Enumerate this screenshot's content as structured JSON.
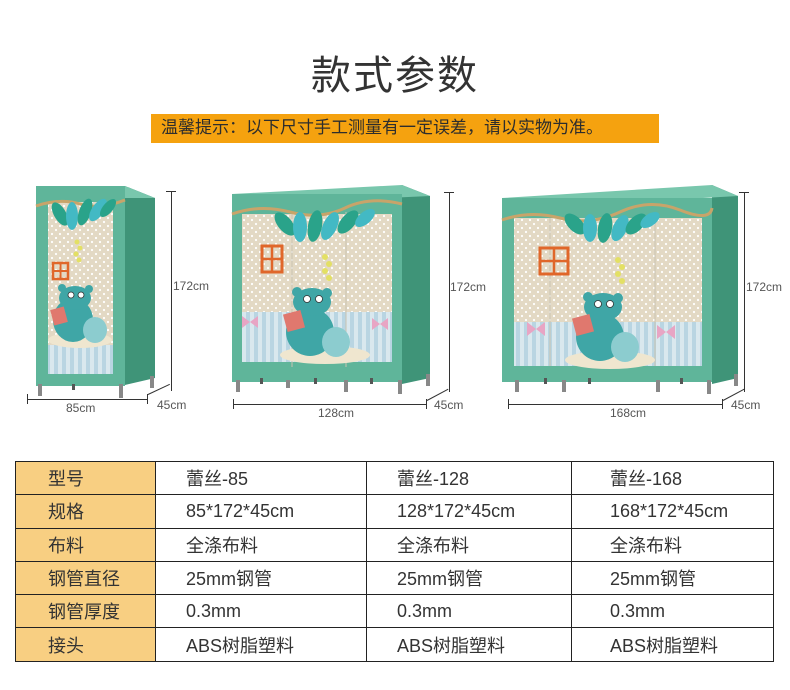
{
  "page": {
    "title": "款式参数",
    "notice": "温馨提示：以下尺寸手工测量有一定误差，请以实物为准。"
  },
  "colors": {
    "notice_bg": "#f5a20f",
    "label_col_bg": "#f8cf82",
    "wardrobe_green": "#5fb59a",
    "wardrobe_side": "#3f9478",
    "panel_beige": "#e6dcc8",
    "bear_blue": "#3fa6a6",
    "window_orange": "#e0672a",
    "book_pink": "#e0786e"
  },
  "products": [
    {
      "name": "small",
      "width_label": "85cm",
      "height_label": "172cm",
      "depth_label": "45cm"
    },
    {
      "name": "medium",
      "width_label": "128cm",
      "height_label": "172cm",
      "depth_label": "45cm"
    },
    {
      "name": "large",
      "width_label": "168cm",
      "height_label": "172cm",
      "depth_label": "45cm"
    }
  ],
  "spec_table": {
    "rows": [
      {
        "label": "型号",
        "values": [
          "蕾丝-85",
          "蕾丝-128",
          "蕾丝-168"
        ]
      },
      {
        "label": "规格",
        "values": [
          "85*172*45cm",
          "128*172*45cm",
          "168*172*45cm"
        ]
      },
      {
        "label": "布料",
        "values": [
          "全涤布料",
          "全涤布料",
          "全涤布料"
        ]
      },
      {
        "label": "钢管直径",
        "values": [
          "25mm钢管",
          "25mm钢管",
          "25mm钢管"
        ]
      },
      {
        "label": "钢管厚度",
        "values": [
          "0.3mm",
          "0.3mm",
          "0.3mm"
        ]
      },
      {
        "label": "接头",
        "values": [
          "ABS树脂塑料",
          "ABS树脂塑料",
          "ABS树脂塑料"
        ]
      }
    ]
  }
}
